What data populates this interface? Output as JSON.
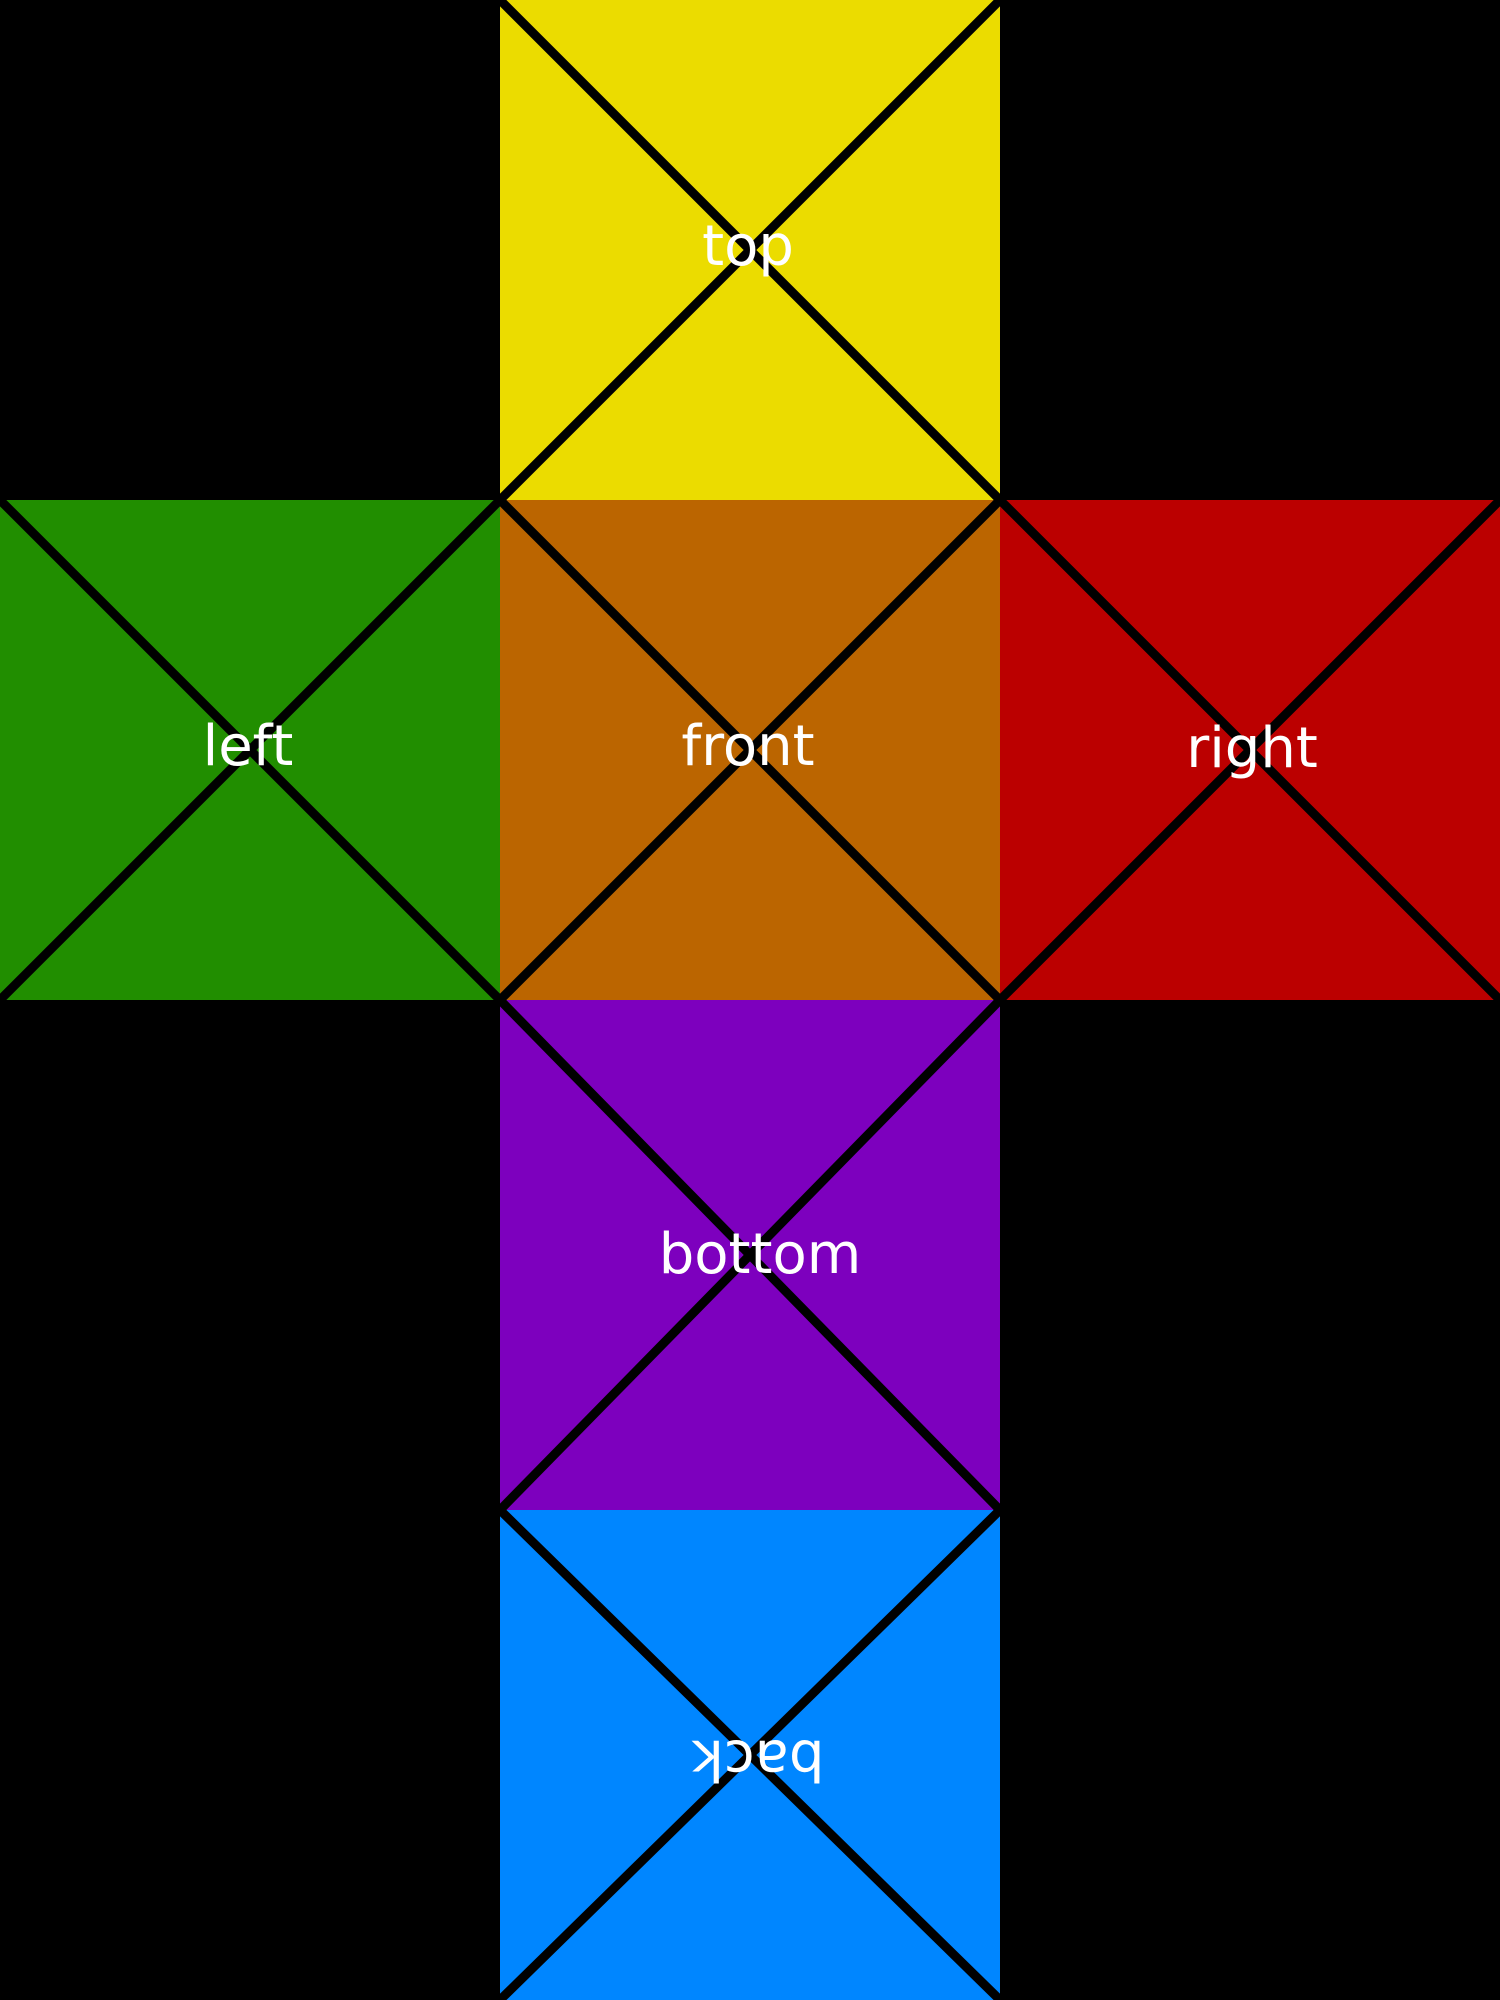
{
  "diagram": {
    "background": "#000000",
    "line_color": "#000000",
    "label_color": "#ffffff",
    "faces": {
      "top": {
        "label": "top",
        "color": "#ebdc00"
      },
      "left": {
        "label": "left",
        "color": "#218e00"
      },
      "front": {
        "label": "front",
        "color": "#bb6500"
      },
      "right": {
        "label": "right",
        "color": "#bb0000"
      },
      "bottom": {
        "label": "bottom",
        "color": "#7d00be"
      },
      "back": {
        "label": "back",
        "color": "#0086ff"
      }
    }
  }
}
